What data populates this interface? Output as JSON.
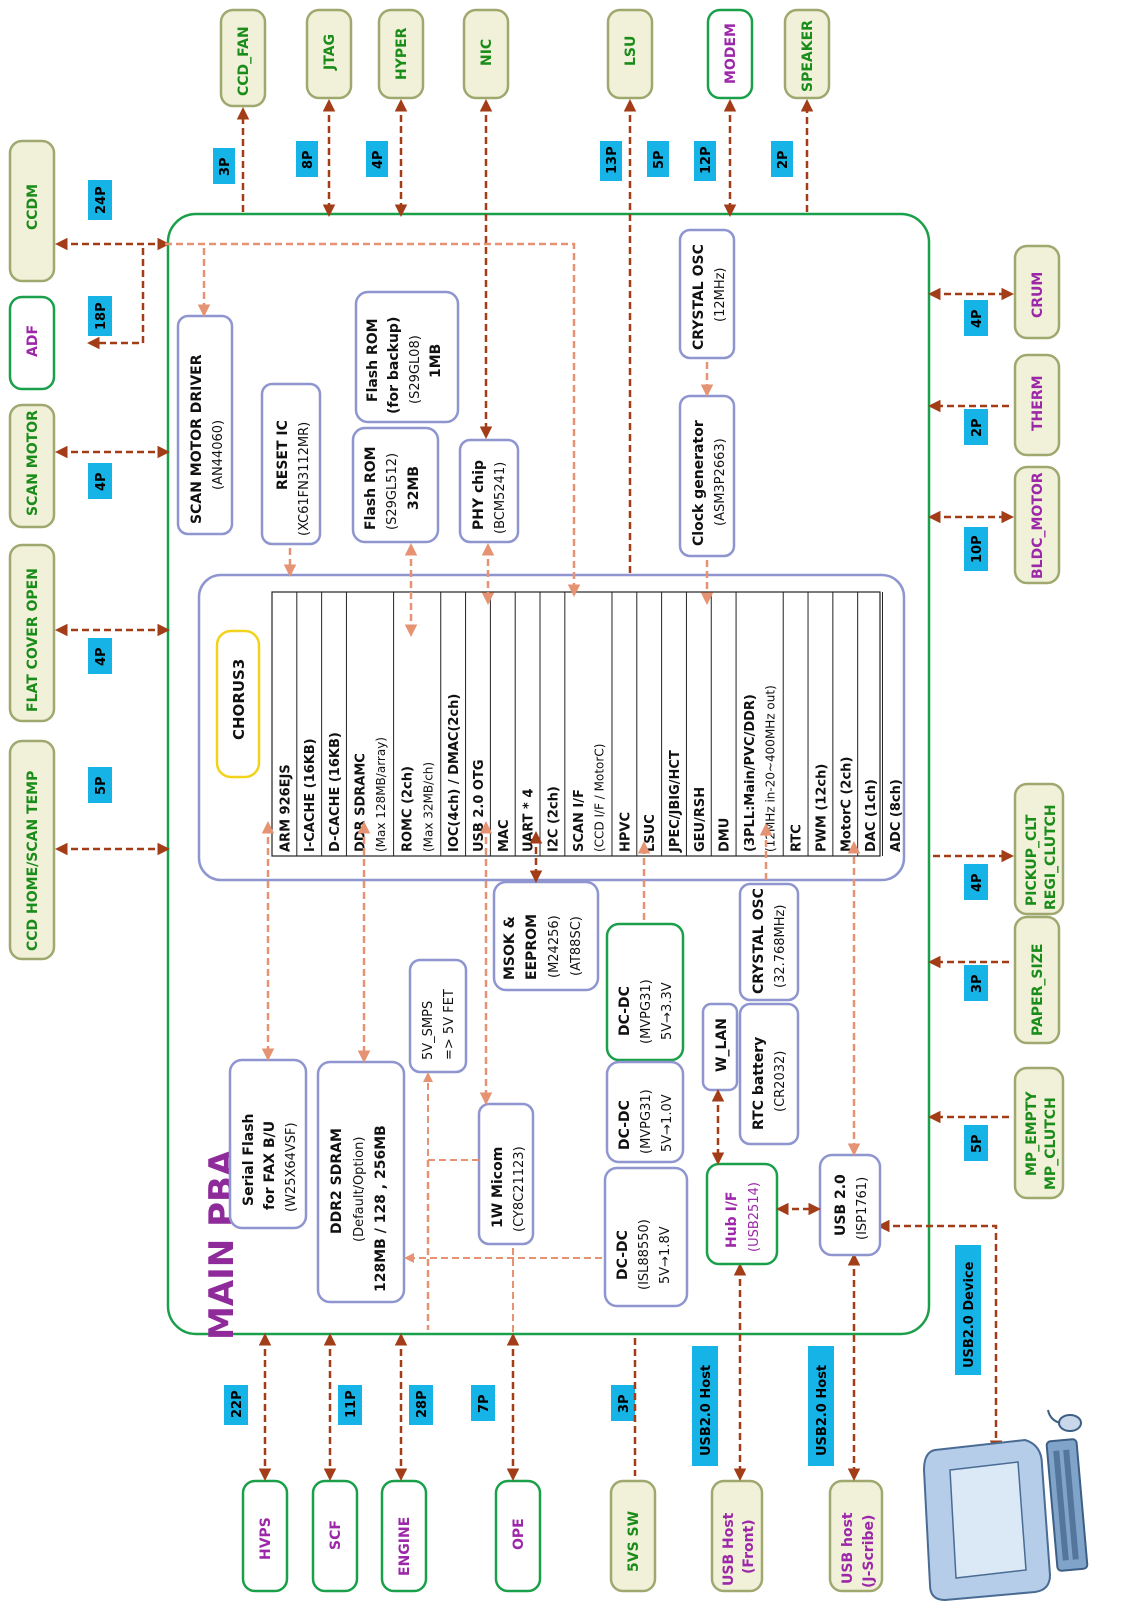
{
  "main_label": "MAIN PBA",
  "soc": {
    "name": "CHORUS3",
    "rows": [
      {
        "main": "ARM 926EJS",
        "sub": ""
      },
      {
        "main": "I-CACHE (16KB)",
        "sub": ""
      },
      {
        "main": "D-CACHE (16KB)",
        "sub": ""
      },
      {
        "main": "DDR SDRAMC",
        "sub": "(Max 128MB/array)"
      },
      {
        "main": "ROMC (2ch)",
        "sub": "(Max 32MB/ch)"
      },
      {
        "main": "IOC(4ch) / DMAC(2ch)",
        "sub": ""
      },
      {
        "main": "USB 2.0 OTG",
        "sub": ""
      },
      {
        "main": "MAC",
        "sub": ""
      },
      {
        "main": "UART * 4",
        "sub": ""
      },
      {
        "main": "I2C (2ch)",
        "sub": ""
      },
      {
        "main": "SCAN I/F",
        "sub": "(CCD I/F / MotorC)"
      },
      {
        "main": "HPVC",
        "sub": ""
      },
      {
        "main": "LSUC",
        "sub": ""
      },
      {
        "main": "JPEC/JBIG/HCT",
        "sub": ""
      },
      {
        "main": "GEU/RSH",
        "sub": ""
      },
      {
        "main": "DMU",
        "sub": ""
      },
      {
        "main": "(3PLL:Main/PVC/DDR)",
        "sub": "(12MHz in-20~400MHz out)"
      },
      {
        "main": "RTC",
        "sub": ""
      },
      {
        "main": "PWM (12ch)",
        "sub": ""
      },
      {
        "main": "MotorC (2ch)",
        "sub": ""
      },
      {
        "main": "DAC (1ch)",
        "sub": ""
      },
      {
        "main": "ADC (8ch)",
        "sub": ""
      }
    ]
  },
  "blocks": {
    "scan_motor_driver": {
      "l1": "SCAN MOTOR DRIVER",
      "l2": "(AN44060)"
    },
    "reset_ic": {
      "l1": "RESET IC",
      "l2": "(XC61FN3112MR)"
    },
    "flash_rom": {
      "l1": "Flash ROM",
      "l2": "(S29GL512)",
      "l3": "32MB"
    },
    "flash_rom_backup": {
      "l1": "Flash ROM",
      "l2": "(for backup)",
      "l3": "(S29GL08)",
      "l4": "1MB"
    },
    "phy_chip": {
      "l1": "PHY chip",
      "l2": "(BCM5241)"
    },
    "crystal_osc_12": {
      "l1": "CRYSTAL OSC",
      "l2": "(12MHz)"
    },
    "clock_generator": {
      "l1": "Clock generator",
      "l2": "(ASM3P2663)"
    },
    "msok_eeprom": {
      "l1": "MSOK &",
      "l2": "EEPROM",
      "l3": "(M24256)",
      "l4": "(AT88SC)"
    },
    "crystal_osc_32": {
      "l1": "CRYSTAL OSC",
      "l2": "(32.768MHz)"
    },
    "dcdc_33": {
      "l1": "DC-DC",
      "l2": "(MVPG31)",
      "l3": "5V→3.3V"
    },
    "dcdc_10": {
      "l1": "DC-DC",
      "l2": "(MVPG31)",
      "l3": "5V→1.0V"
    },
    "dcdc_18": {
      "l1": "DC-DC",
      "l2": "(ISL88550)",
      "l3": "5V→1.8V"
    },
    "w_lan": {
      "l1": "W_LAN"
    },
    "rtc_battery": {
      "l1": "RTC battery",
      "l2": "(CR2032)"
    },
    "usb20": {
      "l1": "USB 2.0",
      "l2": "(ISP1761)"
    },
    "hub_if": {
      "l1": "Hub I/F",
      "l2": "(USB2514)"
    },
    "five_v_smps": {
      "l1": "5V_SMPS",
      "l2": "=> 5V FET"
    },
    "serial_flash": {
      "l1": "Serial Flash",
      "l2": "for FAX B/U",
      "l3": "(W25X64VSF)"
    },
    "ddr2": {
      "l1": "DDR2 SDRAM",
      "l2": "(Default/Option)",
      "l3": "128MB / 128 , 256MB"
    },
    "micom": {
      "l1": "1W Micom",
      "l2": "(CY8C21123)"
    }
  },
  "connectors": {
    "top": [
      {
        "name": "CCD_FAN",
        "pin": "3P"
      },
      {
        "name": "JTAG",
        "pin": "8P"
      },
      {
        "name": "HYPER",
        "pin": "4P"
      },
      {
        "name": "NIC",
        "pin": ""
      },
      {
        "name": "LSU",
        "pin": "13P"
      },
      {
        "name": "MODEM",
        "pin": "12P"
      },
      {
        "name": "SPEAKER",
        "pin": "2P"
      }
    ],
    "extra_pin_5p": "5P",
    "left": [
      {
        "name": "CCDM",
        "pin": "24P"
      },
      {
        "name": "ADF",
        "pin": "18P"
      },
      {
        "name": "SCAN MOTOR",
        "pin": "4P"
      },
      {
        "name": "FLAT COVER OPEN",
        "pin": "4P"
      },
      {
        "name": "CCD HOME/SCAN TEMP",
        "pin": "5P"
      }
    ],
    "right": [
      {
        "name": "CRUM",
        "pin": "4P"
      },
      {
        "name": "THERM",
        "pin": "2P"
      },
      {
        "name": "BLDC_MOTOR",
        "pin": "10P"
      },
      {
        "name_1": "PICKUP_CLT",
        "name_2": "REGI_CLUTCH",
        "pin": "4P"
      },
      {
        "name": "PAPER_SIZE",
        "pin": "3P"
      },
      {
        "name_1": "MP_EMPTY",
        "name_2": "MP_CLUTCH",
        "pin": "5P"
      }
    ],
    "bottom": [
      {
        "name": "HVPS",
        "pin": "22P"
      },
      {
        "name": "SCF",
        "pin": "11P"
      },
      {
        "name": "ENGINE",
        "pin": "28P"
      },
      {
        "name": "OPE",
        "pin": "7P"
      },
      {
        "name": "5VS SW",
        "pin": "3P"
      },
      {
        "name_1": "USB Host",
        "name_2": "(Front)",
        "pin": "USB2.0 Host"
      },
      {
        "name_1": "USB host",
        "name_2": "(J-Scribe)",
        "pin": "USB2.0 Host"
      }
    ],
    "usb_device": "USB2.0 Device"
  },
  "colors": {
    "green_text": "#1a8c1a",
    "purple_text": "#9c27a8",
    "board_border": "#1aa04a",
    "block_border": "#8e95cf",
    "pin_badge": "#15b3e6",
    "arrow_dark": "#a33d17",
    "arrow_light": "#e69373",
    "chorus_border": "#f2d21c"
  }
}
